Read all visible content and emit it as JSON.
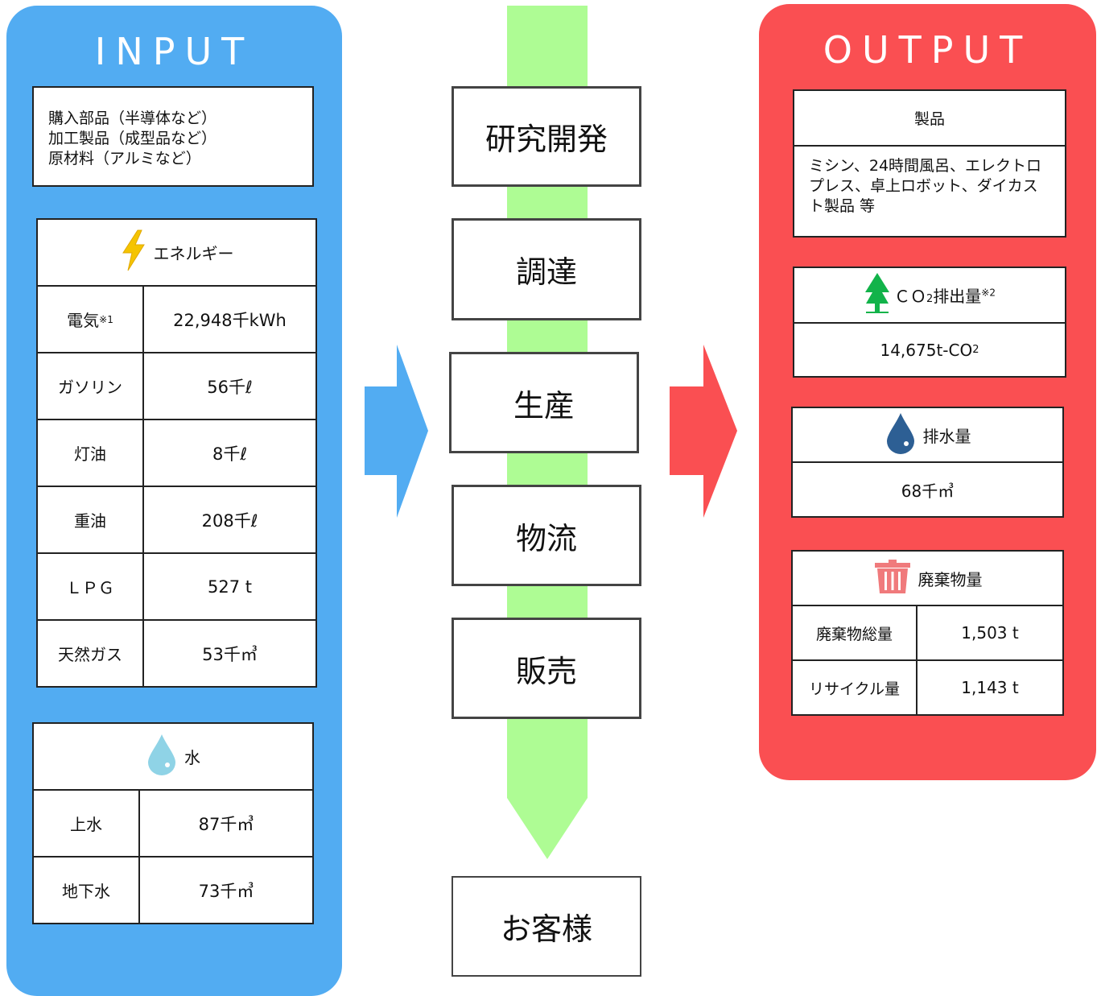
{
  "input": {
    "title": "INPUT",
    "materials": "購入部品（半導体など）\n加工製品（成型品など）\n原材料（アルミなど）",
    "energy": {
      "header": "エネルギー",
      "icon": "lightning-icon",
      "rows": [
        {
          "label": "電気",
          "note": "※1",
          "value": "22,948千kWh"
        },
        {
          "label": "ガソリン",
          "value": "56千ℓ"
        },
        {
          "label": "灯油",
          "value": "8千ℓ"
        },
        {
          "label": "重油",
          "value": "208千ℓ"
        },
        {
          "label": "ＬＰＧ",
          "value": "527 t"
        },
        {
          "label": "天然ガス",
          "value": "53千㎥"
        }
      ]
    },
    "water": {
      "header": "水",
      "icon": "water-drop-icon",
      "rows": [
        {
          "label": "上水",
          "value": "87千㎥"
        },
        {
          "label": "地下水",
          "value": "73千㎥"
        }
      ]
    }
  },
  "flow": {
    "stages": [
      "研究開発",
      "調達",
      "生産",
      "物流",
      "販売"
    ],
    "customer": "お客様"
  },
  "output": {
    "title": "OUTPUT",
    "products": {
      "header": "製品",
      "text": "ミシン、24時間風呂、エレクトロプレス、卓上ロボット、ダイカスト製品 等"
    },
    "co2": {
      "header_main": "ＣＯ",
      "header_sub": "2",
      "header_rest": "排出量",
      "note": "※2",
      "icon": "tree-icon",
      "value_main": "14,675t-CO",
      "value_sub": "2"
    },
    "drainage": {
      "header": "排水量",
      "icon": "water-drop-icon",
      "value": "68千㎥"
    },
    "waste": {
      "header": "廃棄物量",
      "icon": "trash-can-icon",
      "rows": [
        {
          "label": "廃棄物総量",
          "value": "1,503 t"
        },
        {
          "label": "リサイクル量",
          "value": "1,143 t"
        }
      ]
    }
  },
  "colors": {
    "input_panel": "#52acf2",
    "output_panel": "#fa4f52",
    "flow_band": "#aefc94"
  }
}
